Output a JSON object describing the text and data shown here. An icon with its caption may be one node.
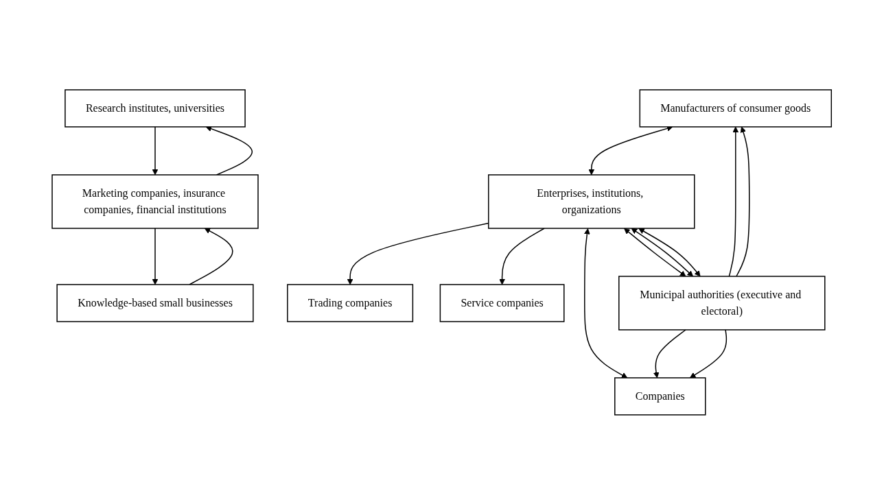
{
  "diagram": {
    "nodes": [
      {
        "text": [
          "Trading companies"
        ]
      },
      {
        "text": [
          "Service companies"
        ]
      },
      {
        "text": [
          "Manufacturers of consumer goods"
        ]
      },
      {
        "text": [
          "Enterprises, institutions, organizations"
        ]
      },
      {
        "text": [
          "Companies"
        ]
      },
      {
        "text": [
          "Municipal authorities (executive and electoral)"
        ]
      },
      {
        "text": [
          "Research institutes, universities"
        ]
      },
      {
        "text": [
          "Marketing companies, insurance companies, financial institutions"
        ]
      },
      {
        "text": [
          "Knowledge-based small businesses"
        ]
      }
    ],
    "edges": [
      {
        "from": 3,
        "to": 0,
        "arrow": "to"
      },
      {
        "from": 3,
        "to": 1,
        "arrow": "to"
      },
      {
        "from": 2,
        "to": 3,
        "arrow": "both"
      },
      {
        "from": 3,
        "to": 4,
        "arrow": "both"
      },
      {
        "from": 5,
        "to": 2,
        "arrow": "to"
      },
      {
        "from": 3,
        "to": 5,
        "arrow": "both"
      },
      {
        "from": 5,
        "to": 2,
        "arrow": "to"
      },
      {
        "from": 3,
        "to": 5,
        "arrow": "both"
      },
      {
        "from": 5,
        "to": 4,
        "arrow": "to"
      },
      {
        "from": 3,
        "to": 5,
        "arrow": "both"
      },
      {
        "from": 5,
        "to": 4,
        "arrow": "to"
      },
      {
        "from": 7,
        "to": 6,
        "arrow": "to"
      },
      {
        "from": 6,
        "to": 7,
        "arrow": "to"
      },
      {
        "from": 7,
        "to": 8,
        "arrow": "to"
      },
      {
        "from": 8,
        "to": 7,
        "arrow": "to"
      }
    ]
  }
}
